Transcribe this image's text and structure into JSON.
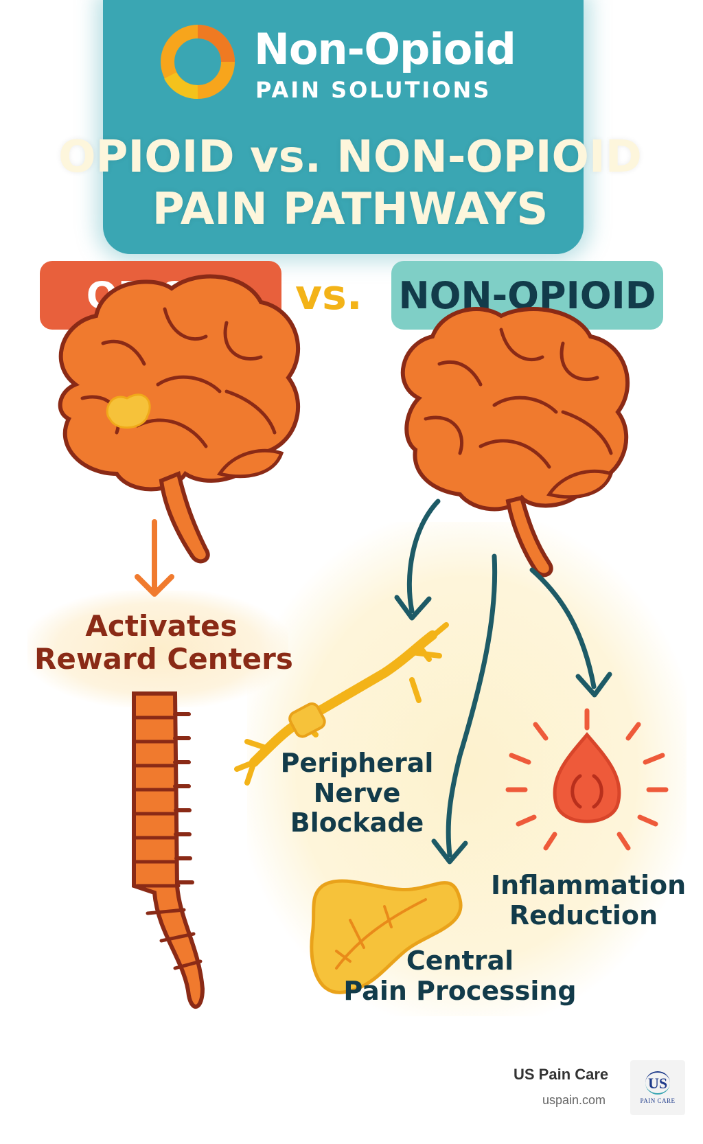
{
  "brand": {
    "name": "Non-Opioid",
    "subtitle": "PAIN SOLUTIONS"
  },
  "title": {
    "line1": "OPIOID vs. NON-OPIOID",
    "line2": "PAIN PATHWAYS"
  },
  "compare": {
    "left": "OPIOID",
    "vs": "vs.",
    "right": "NON-OPIOID"
  },
  "opioid_path": {
    "label": "Activates\nReward Centers",
    "line1": "Activates",
    "line2": "Reward Centers"
  },
  "non_opioid_paths": {
    "nerve_line1": "Peripheral",
    "nerve_line2": "Nerve",
    "nerve_line3": "Blockade",
    "infl_line1": "Inflammation",
    "infl_line2": "Reduction",
    "central_line1": "Central",
    "central_line2": "Pain Processing"
  },
  "footer": {
    "name": "US Pain Care",
    "url": "uspain.com",
    "logo_mark": "US",
    "logo_text": "PAIN CARE"
  },
  "colors": {
    "teal": "#3aa6b3",
    "orange_red": "#e8603c",
    "mint": "#7fcfc6",
    "gold": "#f3b318",
    "brain_orange": "#f07a2e",
    "outline": "#8a2a16",
    "arrow_dark": "#1d5a66"
  },
  "icons": [
    "logo-ring-icon",
    "brain-icon",
    "arrow-down-icon",
    "spine-icon",
    "nerve-icon",
    "inflammation-icon",
    "liver-icon"
  ]
}
